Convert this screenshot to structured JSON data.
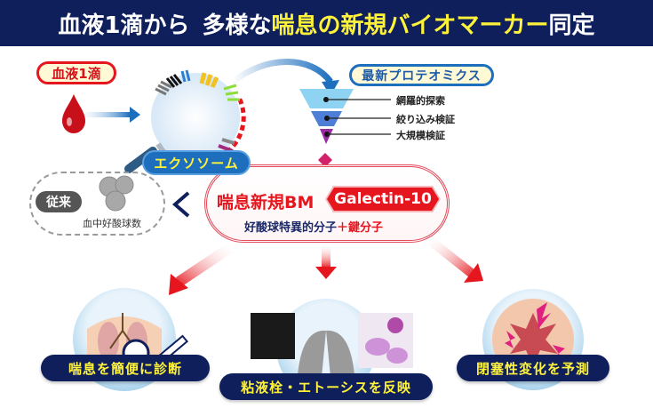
{
  "header": {
    "title_white_1": "血液1滴から",
    "title_white_2": "多様な",
    "title_yellow": "喘息の新規バイオマーカー",
    "title_white_3": "同定"
  },
  "colors": {
    "header_bg": "#0e1f5c",
    "highlight_yellow": "#fff23a",
    "accent_red": "#e5161d",
    "accent_blue": "#1d6fbe"
  },
  "top_flow": {
    "blood_label": "血液1滴",
    "exosome_label": "エクソソーム",
    "proteomics_label": "最新プロテオミクス",
    "funnel_steps": [
      "網羅的探索",
      "絞り込み検証",
      "大規模検証"
    ]
  },
  "conventional": {
    "label": "従来",
    "caption": "血中好酸球数"
  },
  "center": {
    "bm_label": "喘息新規BM",
    "biomarker_name": "Galectin-10",
    "description_main": "好酸球特異的分子",
    "plus": "＋",
    "description_key": "鍵分子"
  },
  "outcomes": [
    {
      "label": "喘息を簡便に診断",
      "icon": "lung-magnifier-syringe"
    },
    {
      "label": "粘液栓・エトーシスを反映",
      "icon": "lung-ct-cells"
    },
    {
      "label": "閉塞性変化を予測",
      "icon": "airway-cross-section"
    }
  ]
}
